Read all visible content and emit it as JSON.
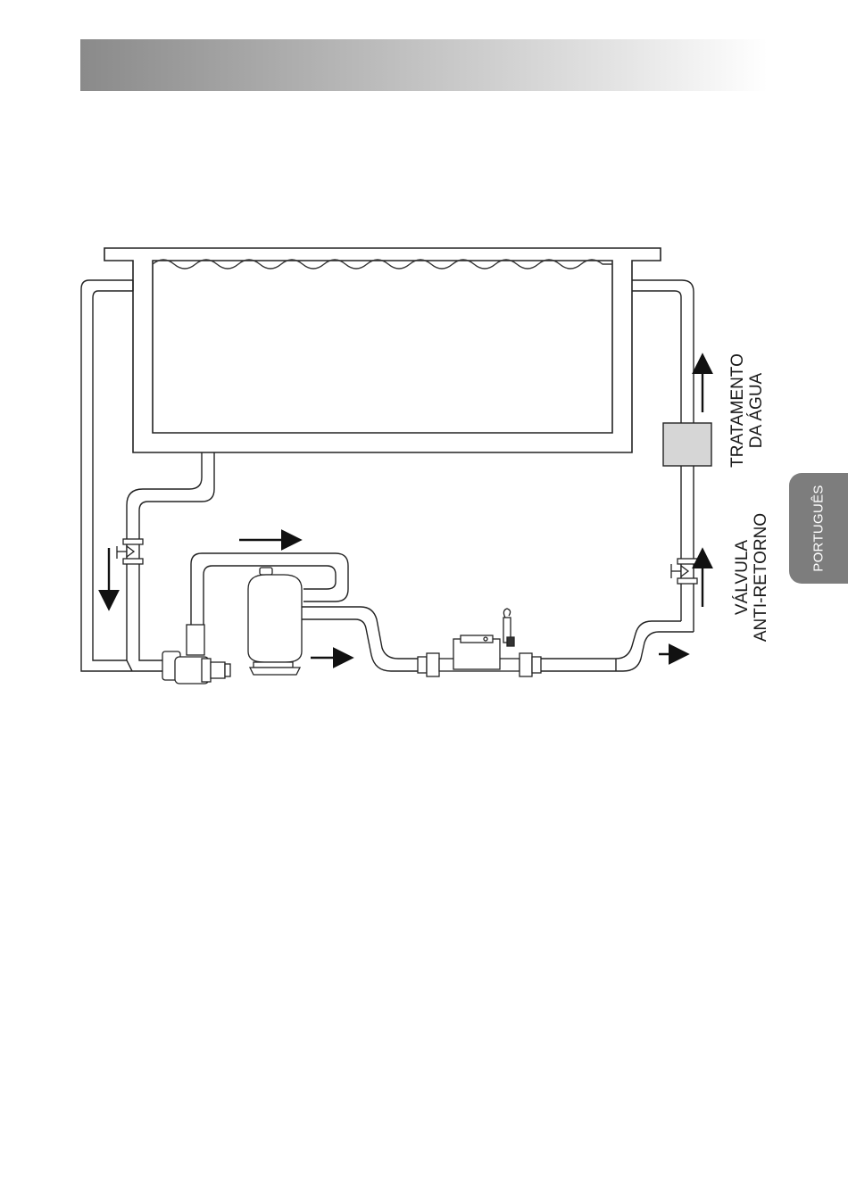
{
  "header": {
    "color_dark": "#8a8a8a",
    "color_light": "#ffffff"
  },
  "side_tab": {
    "label": "PORTUGUÊS",
    "color": "#7d7d7d"
  },
  "labels": {
    "treatment_line1": "TRATAMENTO",
    "treatment_line2": "DA ÁGUA",
    "valve_line1": "VÁLVULA",
    "valve_line2": "ANTI-RETORNO"
  },
  "diagram": {
    "components": [
      "pool",
      "pump",
      "sand-filter",
      "salt-chlorinator",
      "check-valve",
      "water-treatment-box"
    ],
    "flow_direction": "clockwise"
  }
}
